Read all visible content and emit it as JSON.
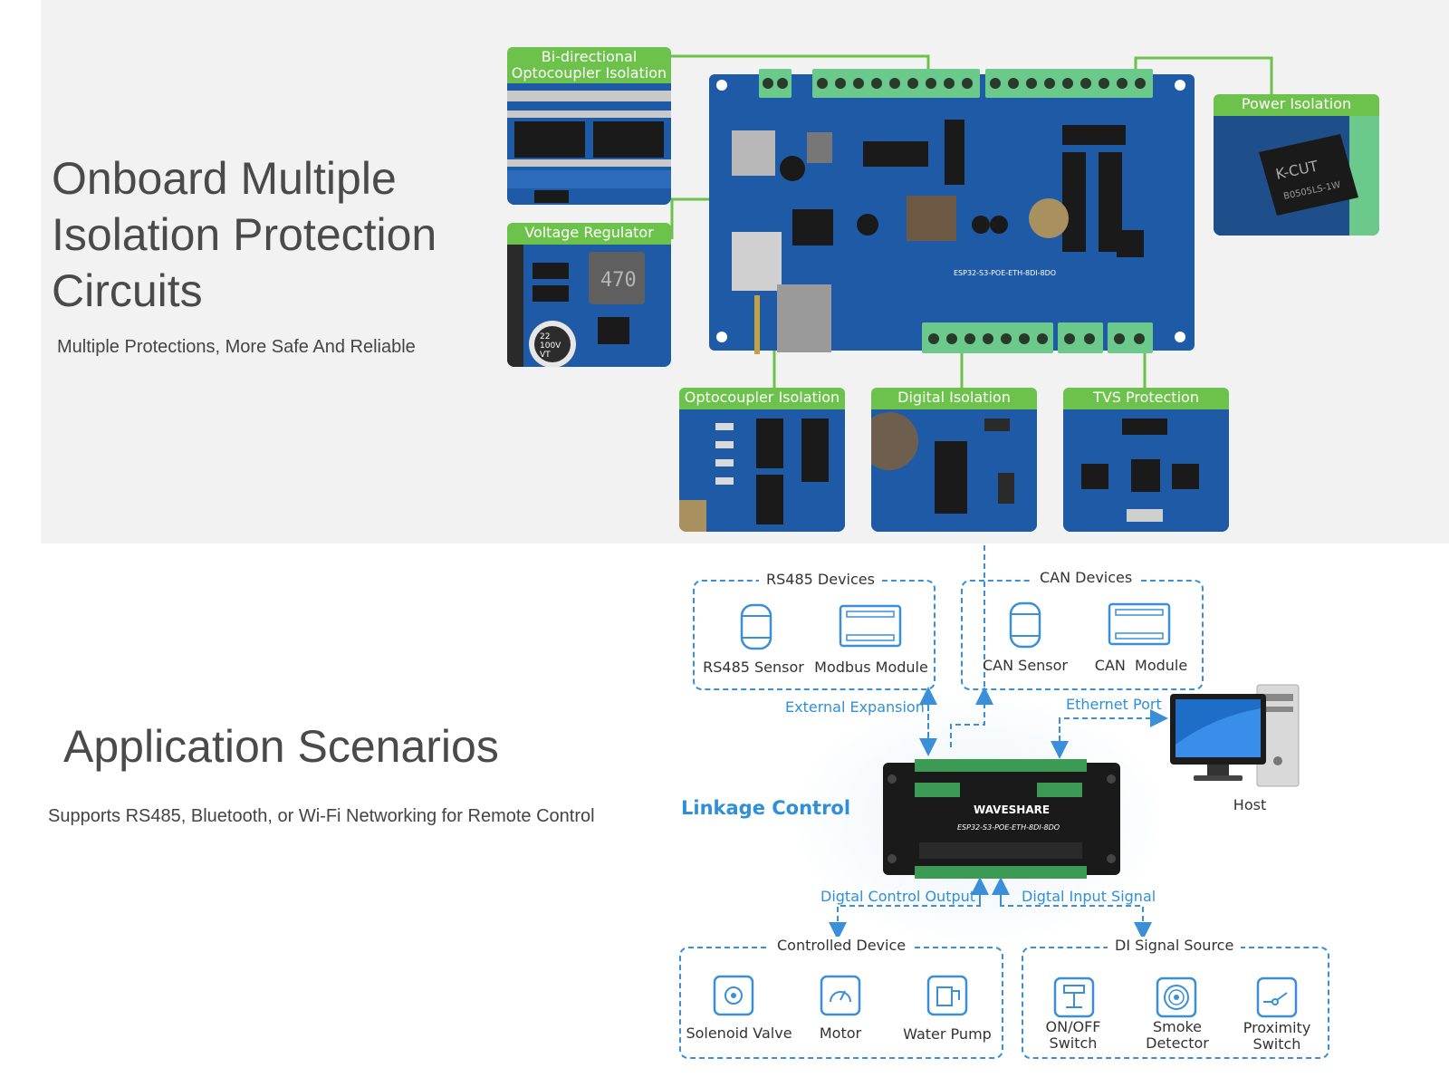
{
  "isolation": {
    "title_lines": [
      "Onboard Multiple",
      "Isolation Protection",
      "Circuits"
    ],
    "subtitle": "Multiple Protections, More Safe And Reliable",
    "callouts": {
      "bidirectional": [
        "Bi-directional",
        "Optocoupler Isolation"
      ],
      "voltage_regulator": "Voltage Regulator",
      "power_isolation": "Power Isolation",
      "optocoupler_isolation": "Optocoupler Isolation",
      "digital_isolation": "Digital Isolation",
      "tvs_protection": "TVS Protection"
    },
    "board_model": "ESP32-S3-POE-ETH-8DI-8DO",
    "power_module_text": [
      "K-CUT",
      "B0505LS-1W"
    ],
    "inductor_text": "470",
    "capacitor_text": [
      "22",
      "100V",
      "VT"
    ],
    "accent_color": "#6cc24a"
  },
  "application": {
    "title": "Application Scenarios",
    "subtitle": "Supports RS485, Bluetooth, or Wi-Fi Networking for Remote Control",
    "rs485_group": {
      "title": "RS485 Devices",
      "items": [
        "RS485 Sensor",
        "Modbus Module"
      ]
    },
    "can_group": {
      "title": "CAN Devices",
      "items": [
        "CAN Sensor",
        "CAN  Module"
      ]
    },
    "external_expansion": "External Expansion",
    "ethernet_port": "Ethernet Port",
    "host": "Host",
    "linkage_control": "Linkage Control",
    "digital_output_label": "Digtal Control Output",
    "digital_input_label": "Digtal Input Signal",
    "controlled_group": {
      "title": "Controlled Device",
      "items": [
        "Solenoid Valve",
        "Motor",
        "Water Pump"
      ]
    },
    "di_group": {
      "title": "DI Signal Source",
      "items": [
        [
          "ON/OFF",
          "Switch"
        ],
        [
          "Smoke",
          "Detector"
        ],
        [
          "Proximity",
          "Switch"
        ]
      ]
    },
    "device_brand": "WAVESHARE",
    "device_model": "ESP32-S3-POE-ETH-8DI-8DO",
    "line_color": "#3a8fd8"
  }
}
